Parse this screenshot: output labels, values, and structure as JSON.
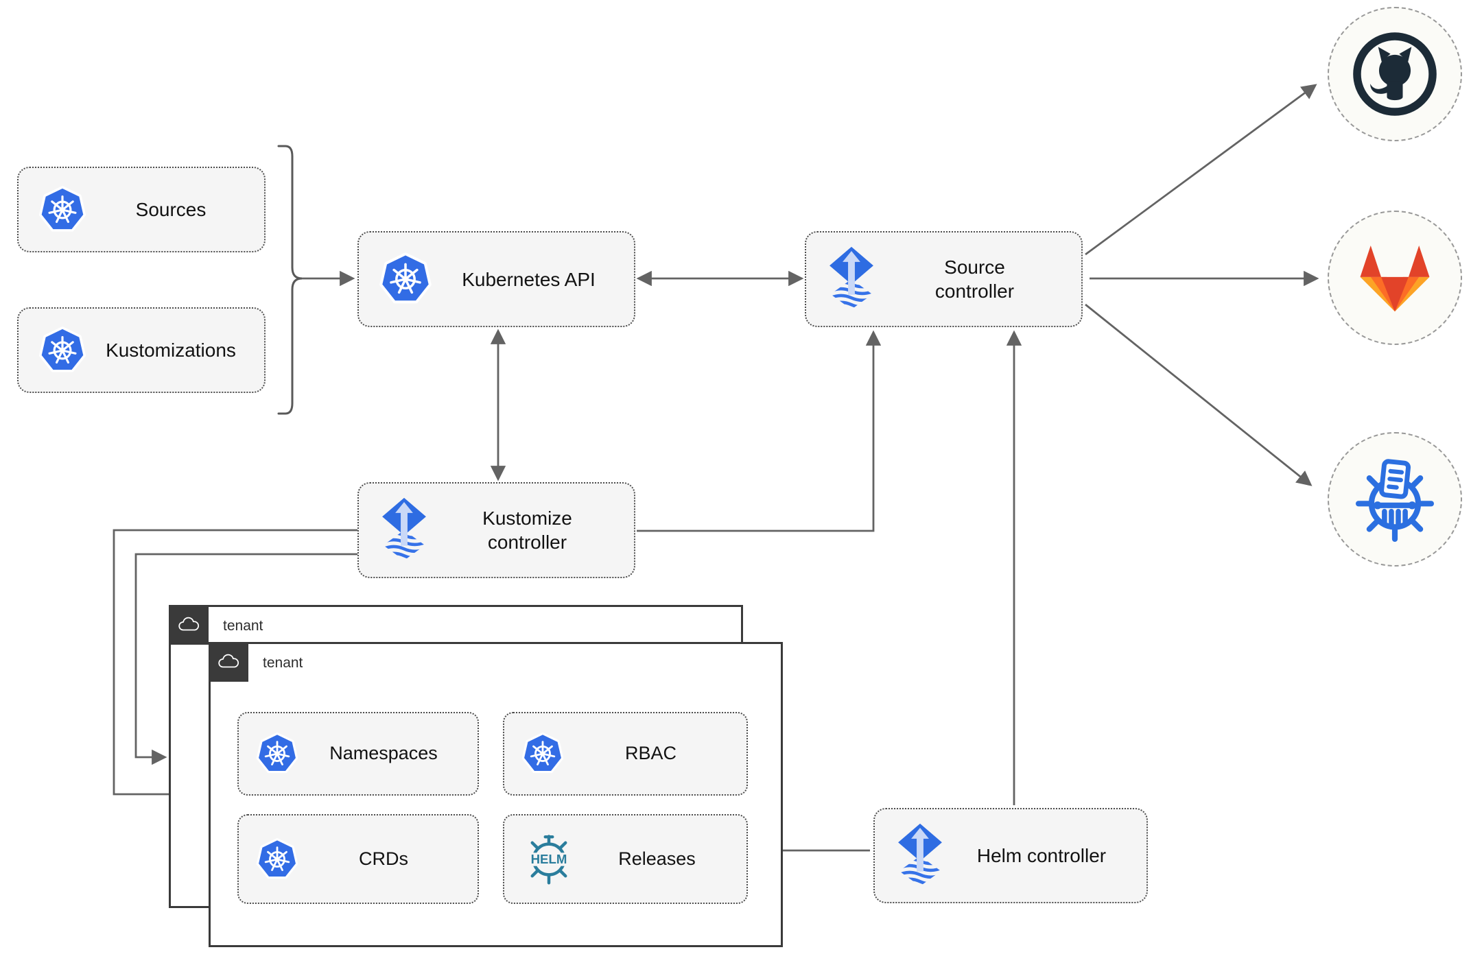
{
  "diagram": {
    "nodes": {
      "sources": {
        "label": "Sources",
        "icon": "kubernetes-icon"
      },
      "kustomizations": {
        "label": "Kustomizations",
        "icon": "kubernetes-icon"
      },
      "kubernetes_api": {
        "label": "Kubernetes API",
        "icon": "kubernetes-icon"
      },
      "source_controller": {
        "label": "Source controller",
        "icon": "flux-icon"
      },
      "kustomize_controller": {
        "label": "Kustomize controller",
        "icon": "flux-icon"
      },
      "helm_controller": {
        "label": "Helm controller",
        "icon": "flux-icon"
      },
      "tenant_back": {
        "label": "tenant",
        "icon": "cloud-icon"
      },
      "tenant_front": {
        "label": "tenant",
        "icon": "cloud-icon"
      },
      "namespaces": {
        "label": "Namespaces",
        "icon": "kubernetes-icon"
      },
      "rbac": {
        "label": "RBAC",
        "icon": "kubernetes-icon"
      },
      "crds": {
        "label": "CRDs",
        "icon": "kubernetes-icon"
      },
      "releases": {
        "label": "Releases",
        "icon": "helm-icon",
        "icon_text": "HELM"
      }
    },
    "externals": {
      "github": {
        "icon": "github-icon"
      },
      "gitlab": {
        "icon": "gitlab-icon"
      },
      "kustomize": {
        "icon": "kustomize-icon"
      }
    },
    "colors": {
      "kubernetes_blue": "#326CE5",
      "flux_blue": "#2E6CE2",
      "flux_arrow_light": "#C9D8F7",
      "helm_teal": "#2A7D9C",
      "github_dark": "#1C2B37",
      "gitlab_red_orange": "#E24329",
      "gitlab_mid_orange": "#FC6D26",
      "gitlab_light_orange": "#FCA326",
      "node_fill": "#F5F5F5",
      "arrow_gray": "#636363",
      "tenant_dark": "#3A3A3A"
    }
  }
}
